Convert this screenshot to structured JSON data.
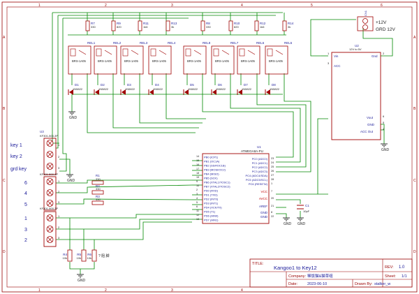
{
  "frame": {
    "col_labels": [
      "1",
      "2",
      "3",
      "4",
      "5",
      "6"
    ],
    "row_labels": [
      "A",
      "B",
      "C",
      "D"
    ]
  },
  "title_block": {
    "title_label": "TITLE:",
    "title": "Kangoo1 to Key12",
    "rev_label": "REV:",
    "rev": "1.0",
    "company_label": "Company:",
    "company": "稀饭猫&猫草组",
    "sheet_label": "Sheet:",
    "sheet": "1/1",
    "date_label": "Date:",
    "date": "2023-06-10",
    "drawn_label": "Drawn By:",
    "drawn": "stalker_w"
  },
  "power_connector": {
    "ref": "CN1",
    "pins": [
      "+12V",
      "GRD 12V"
    ]
  },
  "regulator": {
    "ref": "U2",
    "value": "12V to 5V",
    "pins": [
      "Vin",
      "Gnd",
      "ACC",
      "Vout",
      "GND",
      "ACC Out"
    ],
    "pin_numbers": [
      "1",
      "2",
      "3",
      "6",
      "5",
      "4"
    ]
  },
  "input_connector": {
    "ref": "U3",
    "value": "KF301-500-3P",
    "labels": [
      "key 1",
      "key 2",
      "grd key"
    ],
    "pins": [
      "1",
      "2",
      "3"
    ]
  },
  "output_connector_a": {
    "value": "KF301-500-3P",
    "labels": [
      "6",
      "4",
      "5"
    ],
    "pins": [
      "1",
      "2",
      "3"
    ]
  },
  "output_connector_b": {
    "value": "KF301-500-3P",
    "labels": [
      "1",
      "3",
      "2"
    ],
    "pins": [
      "1",
      "2",
      "3"
    ]
  },
  "relays": [
    {
      "ref": "REL1",
      "part": "BRS-1A05",
      "resistor": "R7",
      "rvalue": "330",
      "diode": "D1",
      "dpart": "1N5822"
    },
    {
      "ref": "REL2",
      "part": "BRS-1A05",
      "resistor": "R9",
      "rvalue": "820",
      "diode": "D2",
      "dpart": "1N5822"
    },
    {
      "ref": "REL3",
      "part": "BRS-1A05",
      "resistor": "R11",
      "rvalue": "1k6",
      "diode": "D3",
      "dpart": "1N5822"
    },
    {
      "ref": "REL4",
      "part": "BRS-1A05",
      "resistor": "R13",
      "rvalue": "3k",
      "diode": "D4",
      "dpart": "1N5822"
    },
    {
      "ref": "REL8",
      "part": "BRS-1A05",
      "resistor": "R8",
      "rvalue": "330",
      "diode": "D5",
      "dpart": "1N5822"
    },
    {
      "ref": "REL7",
      "part": "BRS-1A05",
      "resistor": "R10",
      "rvalue": "820",
      "diode": "D6",
      "dpart": "1N5822"
    },
    {
      "ref": "REL6",
      "part": "BRS-1A05",
      "resistor": "R12",
      "rvalue": "1k6",
      "diode": "D7",
      "dpart": "1N5822"
    },
    {
      "ref": "REL5",
      "part": "BRS-1A05",
      "resistor": "R14",
      "rvalue": "3k",
      "diode": "D8",
      "dpart": "1N5822"
    }
  ],
  "mcu": {
    "ref": "U1",
    "part": "ATMEGA8A-PU",
    "left_pins": [
      {
        "num": "14",
        "name": "PB0 (ICP1)"
      },
      {
        "num": "15",
        "name": "PB1 (OC1A)"
      },
      {
        "num": "16",
        "name": "PB2 (SS#/OC1B)"
      },
      {
        "num": "17",
        "name": "PB3 (MOSI/OC2)"
      },
      {
        "num": "18",
        "name": "PB4 (MISO)"
      },
      {
        "num": "19",
        "name": "PB5 (SCK)"
      },
      {
        "num": "9",
        "name": "PB6 (XTAL1/TOSC1)"
      },
      {
        "num": "10",
        "name": "PB7 (XTAL2/TOSC2)"
      },
      {
        "num": "2",
        "name": "PD0 (RXD)"
      },
      {
        "num": "3",
        "name": "PD1 (TXD)"
      },
      {
        "num": "4",
        "name": "PD2 (INT0)"
      },
      {
        "num": "5",
        "name": "PD3 (INT1)"
      },
      {
        "num": "6",
        "name": "PD4 (XCK/T0)"
      },
      {
        "num": "11",
        "name": "PD5 (T1)"
      },
      {
        "num": "12",
        "name": "PD6 (AIN0)"
      },
      {
        "num": "13",
        "name": "PD7 (AIN1)"
      }
    ],
    "right_pins": [
      {
        "num": "23",
        "name": "PC0 (ADC0)"
      },
      {
        "num": "24",
        "name": "PC1 (ADC1)"
      },
      {
        "num": "25",
        "name": "PC2 (ADC2)"
      },
      {
        "num": "26",
        "name": "PC3 (ADC3)"
      },
      {
        "num": "27",
        "name": "PC4 (ADC4/SDA)"
      },
      {
        "num": "28",
        "name": "PC5 (ADC5/SCL)"
      },
      {
        "num": "1",
        "name": "PC6 (RESET#)"
      }
    ],
    "power_pins": [
      {
        "num": "7",
        "name": "VCC"
      },
      {
        "num": "20",
        "name": "AVCC"
      },
      {
        "num": "21",
        "name": "AREF"
      },
      {
        "num": "8",
        "name": "GND"
      },
      {
        "num": "22",
        "name": "GND"
      }
    ]
  },
  "input_resistors": [
    {
      "ref": "R1",
      "value": "330"
    },
    {
      "ref": "R2",
      "value": "330"
    },
    {
      "ref": "R3",
      "value": "330"
    }
  ],
  "pulldowns": [
    {
      "ref": "R4",
      "value": "10k"
    },
    {
      "ref": "R5",
      "value": "10k"
    },
    {
      "ref": "R6",
      "value": "10k"
    }
  ],
  "pulldown_note": "? 阻 脚",
  "capacitor": {
    "ref": "C1",
    "value": "10pF"
  },
  "gnd_label": "GND",
  "colors": {
    "wire": "#008800",
    "part": "#a00000",
    "pin_text": "#1a1a99",
    "label": "#222222",
    "border": "#990000"
  }
}
